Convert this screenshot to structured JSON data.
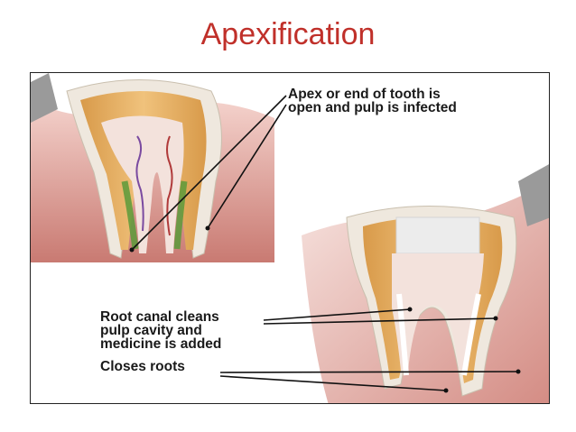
{
  "slide": {
    "title": "Apexification"
  },
  "diagram": {
    "labels": {
      "apex_open": "Apex or end of tooth is\nopen and pulp is infected",
      "root_canal": "Root canal cleans\npulp cavity and\nmedicine is added",
      "closes_roots": "Closes roots"
    },
    "colors": {
      "title": "#c0302a",
      "gum": "#d9928a",
      "enamel": "#eee8de",
      "dentin": "#e8b46a",
      "pulp": "#f3e2dc",
      "infection": "#5a9a3a",
      "filling": "#ececec"
    }
  }
}
